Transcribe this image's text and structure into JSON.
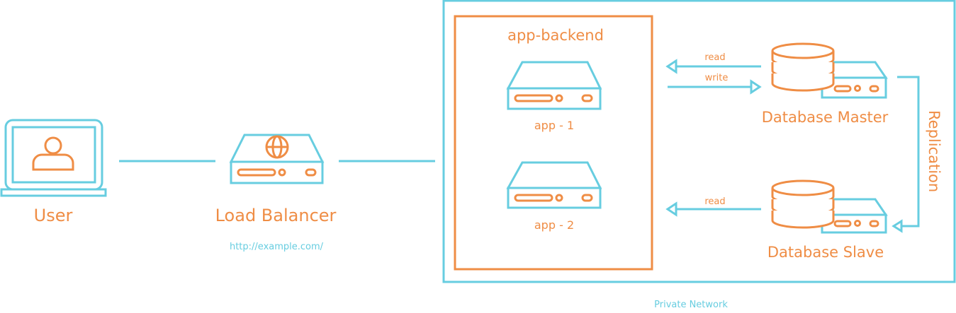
{
  "colors": {
    "primary": "#67cde0",
    "accent": "#ef8d45",
    "background": "#ffffff"
  },
  "user": {
    "label": "User",
    "icon": "laptop-user-icon"
  },
  "load_balancer": {
    "label": "Load Balancer",
    "url": "http://example.com/",
    "icon": "globe-server-icon"
  },
  "backend": {
    "title": "app-backend",
    "servers": [
      {
        "label": "app - 1",
        "icon": "server-icon"
      },
      {
        "label": "app - 2",
        "icon": "server-icon"
      }
    ]
  },
  "db_master": {
    "label": "Database Master",
    "icon": "database-server-icon"
  },
  "db_slave": {
    "label": "Database Slave",
    "icon": "database-server-icon"
  },
  "edges": {
    "read_master": "read",
    "write_master": "write",
    "read_slave": "read",
    "replication": "Replication"
  },
  "network": {
    "label": "Private Network"
  }
}
